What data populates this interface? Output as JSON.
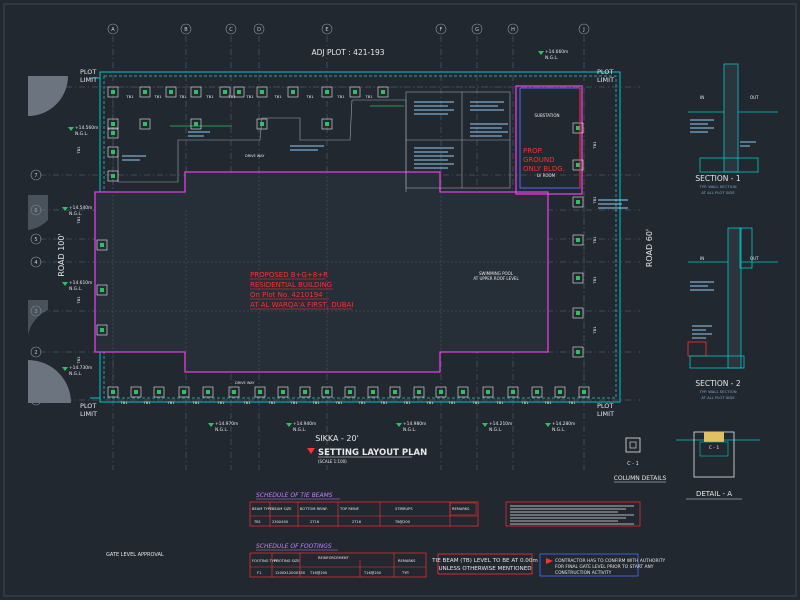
{
  "grid": {
    "columns": [
      "A",
      "B",
      "C",
      "D",
      "E",
      "F",
      "G",
      "H",
      "J"
    ],
    "rows": [
      "8",
      "7",
      "6",
      "5",
      "4",
      "3",
      "2",
      "1"
    ]
  },
  "plan": {
    "top_label": "ADJ PLOT : 421-193",
    "bottom_label": "SIKKA - 20'",
    "left_road": "ROAD 100'",
    "right_road": "ROAD 60'",
    "plot_limit": [
      "PLOT",
      "LIMIT"
    ],
    "proposed_building": [
      "PROPOSED B+G+8+R",
      "RESIDENTIAL BUILDING",
      "On Plot No. 4210194",
      "AT AL WARQA'A FIRST, DUBAI"
    ],
    "prop_ground": [
      "PROP.",
      "GROUND",
      "ONLY BLDG."
    ],
    "substation": "SUBSTATION",
    "lv_room": "LV ROOM",
    "swimming_pool": [
      "SWIMMING POOL",
      "AT UPPER ROOF LEVEL"
    ],
    "drive_way": "DRIVE WAY",
    "tb_tag": "TB1",
    "levels": [
      {
        "val": "+14.660m",
        "ngl": "N.G.L."
      },
      {
        "val": "+14.560m",
        "ngl": "N.G.L."
      },
      {
        "val": "+14.540m",
        "ngl": "N.G.L."
      },
      {
        "val": "+14.610m",
        "ngl": "N.G.L."
      },
      {
        "val": "+14.730m",
        "ngl": "N.G.L."
      },
      {
        "val": "+14.970m",
        "ngl": "N.G.L."
      },
      {
        "val": "+14.940m",
        "ngl": "N.G.L."
      },
      {
        "val": "+14.980m",
        "ngl": "N.G.L."
      },
      {
        "val": "+14.210m",
        "ngl": "N.G.L."
      },
      {
        "val": "+14.280m",
        "ngl": "N.G.L."
      }
    ]
  },
  "title_block": {
    "title": "SETTING LAYOUT PLAN",
    "scale": "(SCALE 1:100)",
    "gate_level": "GATE LEVEL APPROVAL"
  },
  "sections": {
    "s1_title": "SECTION - 1",
    "s1_sub": [
      "TYP. WALL SECTION",
      "AT ALL PLOT SIDE"
    ],
    "s2_title": "SECTION - 2",
    "s2_sub": [
      "TYP. WALL SECTION",
      "AT ALL PLOT SIDE"
    ],
    "in": "IN",
    "out": "OUT",
    "column_details": "COLUMN DETAILS",
    "c1": "C - 1",
    "detail_a": "DETAIL - A"
  },
  "schedules": {
    "tie_beams_title": "SCHEDULE OF TIE BEAMS",
    "tie_headers": [
      "BEAM TYPE",
      "BEAM SIZE",
      "BOTTOM REINF.",
      "TOP REINF.",
      "STIRRUPS",
      "REMARKS"
    ],
    "tie_row": [
      "TB1",
      "230X450",
      "2T16",
      "2T16",
      "T8@200"
    ],
    "footings_title": "SCHEDULE OF FOOTINGS",
    "footing_headers": [
      "FOOTING TYPE",
      "FOOTING SIZE",
      "REINFORCEMENT",
      "REMARKS"
    ],
    "footing_row": [
      "F1",
      "1200X1200X350",
      "T16@200",
      "T16@200",
      "TYP."
    ]
  },
  "notes": {
    "tb_level": [
      "TIE BEAM (TB) LEVEL TO BE AT 0.00m",
      "UNLESS OTHERWISE MENTIONED"
    ],
    "contractor": [
      "CONTRACTOR HAS TO CONFIRM WITH AUTHORITY",
      "FOR FINAL GATE LEVEL PRIOR TO START ANY",
      "CONSTRUCTION ACTIVITY"
    ]
  },
  "colors": {
    "background": "#212830",
    "grid": "#5f6f80",
    "walls": "#00c8c8",
    "magenta": "#e040e0",
    "red": "#ff3030",
    "white": "#e8e8e8",
    "blue": "#4a6cff",
    "green": "#30c060"
  }
}
